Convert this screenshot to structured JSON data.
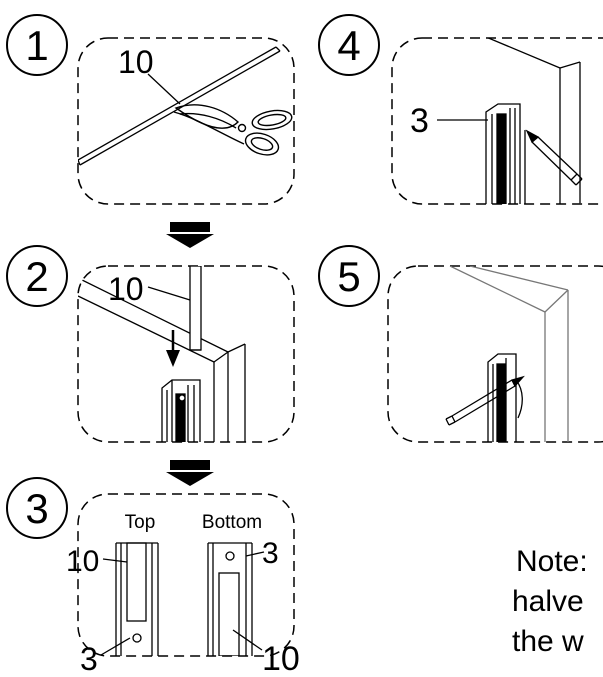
{
  "steps": [
    {
      "number": "1",
      "part_labels": [
        "10"
      ]
    },
    {
      "number": "2",
      "part_labels": [
        "10"
      ]
    },
    {
      "number": "3",
      "top_label": "Top",
      "bottom_label": "Bottom",
      "left_labels": [
        "10",
        "3"
      ],
      "right_labels": [
        "3",
        "10"
      ]
    },
    {
      "number": "4",
      "part_labels": [
        "3"
      ]
    },
    {
      "number": "5"
    }
  ],
  "note": {
    "line1": "Note:",
    "line2": "halve",
    "line3": "the w"
  }
}
